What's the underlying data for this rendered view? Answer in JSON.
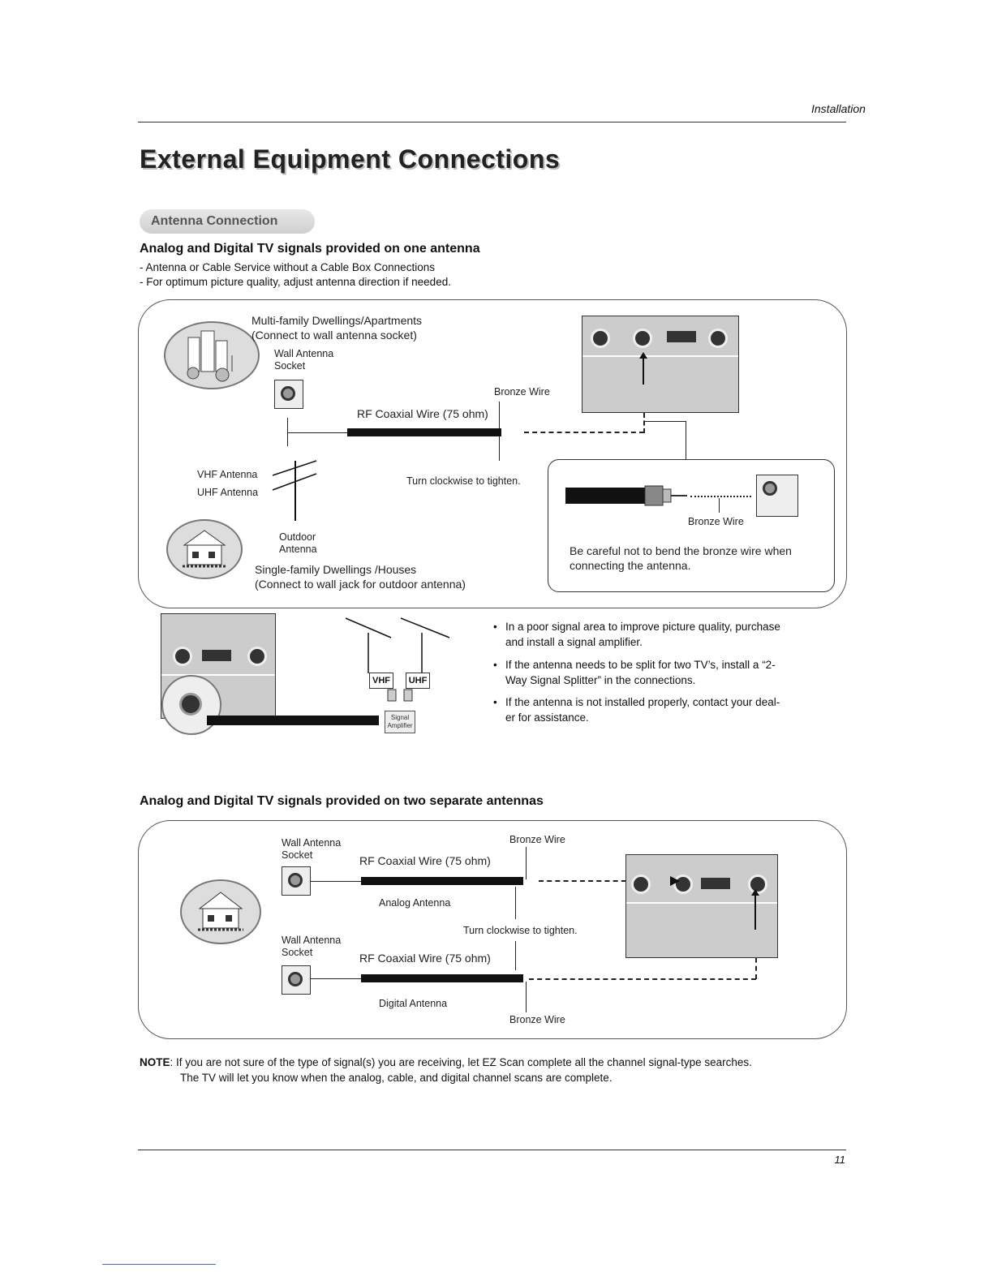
{
  "header": {
    "section": "Installation",
    "page_number": "11"
  },
  "title": "External Equipment Connections",
  "pill_label": "Antenna Connection",
  "section1": {
    "heading": "Analog and Digital TV signals provided on one antenna",
    "bullets": [
      "-  Antenna or Cable Service without a Cable Box Connections",
      "-  For optimum picture quality, adjust antenna direction if needed."
    ],
    "diagram": {
      "multi_family_line1": "Multi-family Dwellings/Apartments",
      "multi_family_line2": "(Connect to wall antenna socket)",
      "wall_antenna_line1": "Wall Antenna",
      "wall_antenna_line2": "Socket",
      "bronze_wire": "Bronze Wire",
      "rf_coaxial": "RF Coaxial Wire (75 ohm)",
      "vhf_antenna": "VHF Antenna",
      "uhf_antenna": "UHF Antenna",
      "turn_clockwise": "Turn clockwise to tighten.",
      "outdoor_line1": "Outdoor",
      "outdoor_line2": "Antenna",
      "single_family_line1": "Single-family Dwellings /Houses",
      "single_family_line2": "(Connect to wall jack for outdoor antenna)",
      "inset_bronze": "Bronze Wire",
      "caution_line1": "Be careful not to bend the bronze wire when",
      "caution_line2": "connecting the antenna."
    },
    "splitter": {
      "vhf": "VHF",
      "uhf": "UHF",
      "amp_line1": "Signal",
      "amp_line2": "Amplifier"
    },
    "tips": [
      {
        "line1": "In a poor signal area to improve picture quality, purchase",
        "line2": "and install a signal amplifier."
      },
      {
        "line1": "If the antenna needs to be split for two TV’s, install a “2-",
        "line2": "Way Signal Splitter” in the connections."
      },
      {
        "line1": "If the antenna is not installed properly, contact your deal-",
        "line2": "er for assistance."
      }
    ]
  },
  "section2": {
    "heading": "Analog and Digital TV signals provided on two separate antennas",
    "diagram": {
      "wall_antenna_a1": "Wall Antenna",
      "wall_antenna_a2": "Socket",
      "bronze_top": "Bronze Wire",
      "rf_top": "RF Coaxial Wire (75 ohm)",
      "analog_antenna": "Analog Antenna",
      "turn_clockwise": "Turn clockwise to tighten.",
      "wall_antenna_b1": "Wall Antenna",
      "wall_antenna_b2": "Socket",
      "rf_bottom": "RF Coaxial Wire (75 ohm)",
      "digital_antenna": "Digital Antenna",
      "bronze_bottom": "Bronze Wire"
    }
  },
  "note": {
    "label": "NOTE",
    "line1": ": If you are not sure of the type of signal(s) you are receiving, let EZ Scan complete all the channel signal-type searches.",
    "line2": "The TV will let you know when the analog, cable, and digital channel scans are complete."
  }
}
